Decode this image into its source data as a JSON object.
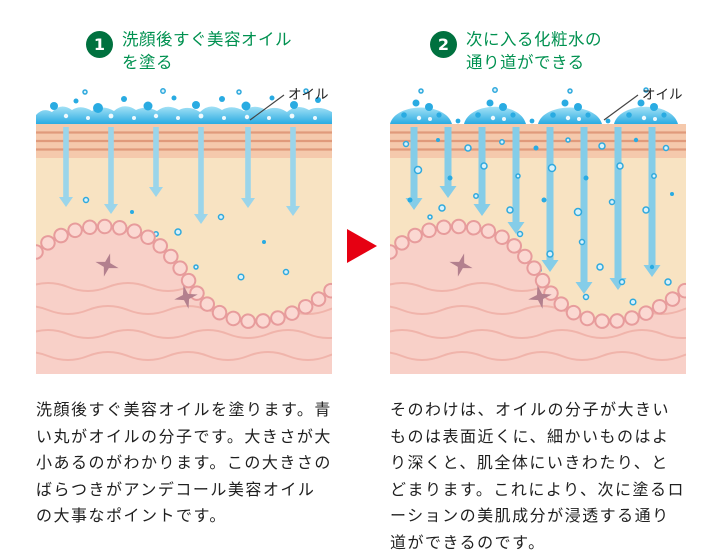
{
  "panels": [
    {
      "step": "1",
      "title_line1": "洗顔後すぐ美容オイル",
      "title_line2": "を塗る",
      "oil_label": "オイル",
      "description": "洗顔後すぐ美容オイルを塗ります。青い丸がオイルの分子です。大きさが大小あるのがわかります。この大きさのばらつきがアンデコール美容オイルの大事なポイントです。"
    },
    {
      "step": "2",
      "title_line1": "次に入る化粧水の",
      "title_line2": "通り道ができる",
      "oil_label": "オイル",
      "description": "そのわけは、オイルの分子が大きいものは表面近くに、細かいものはより深くと、肌全体にいきわたり、とどまります。これにより、次に塗るローションの美肌成分が浸透する通り道ができるのです。"
    }
  ],
  "colors": {
    "step_green": "#00713f",
    "title_green": "#009150",
    "arrow_red": "#e60012",
    "oil_blue": "#29abe2",
    "skin_stripe": "#f5c9ac",
    "epidermis": "#f8e3c2",
    "dermis": "#f8d0c8"
  }
}
